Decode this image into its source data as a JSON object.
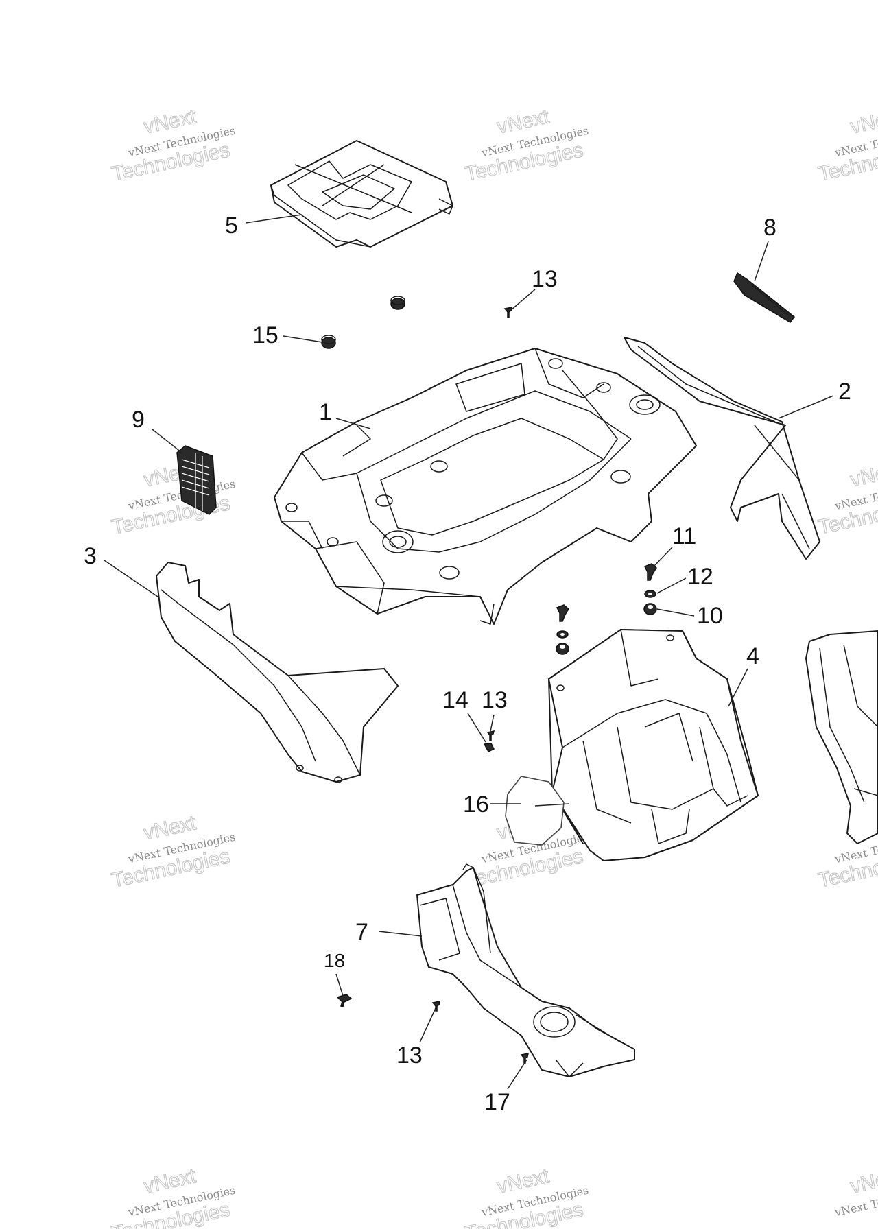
{
  "watermark": {
    "line1": "vNext Technologies",
    "line2": "vNext",
    "line3": "Technologies"
  },
  "callouts": {
    "c1": "1",
    "c2": "2",
    "c3": "3",
    "c4": "4",
    "c5": "5",
    "c7": "7",
    "c8": "8",
    "c9": "9",
    "c10": "10",
    "c11": "11",
    "c12": "12",
    "c13a": "13",
    "c13b": "13",
    "c13c": "13",
    "c14": "14",
    "c15": "15",
    "c16": "16",
    "c17": "17",
    "c18": "18"
  }
}
